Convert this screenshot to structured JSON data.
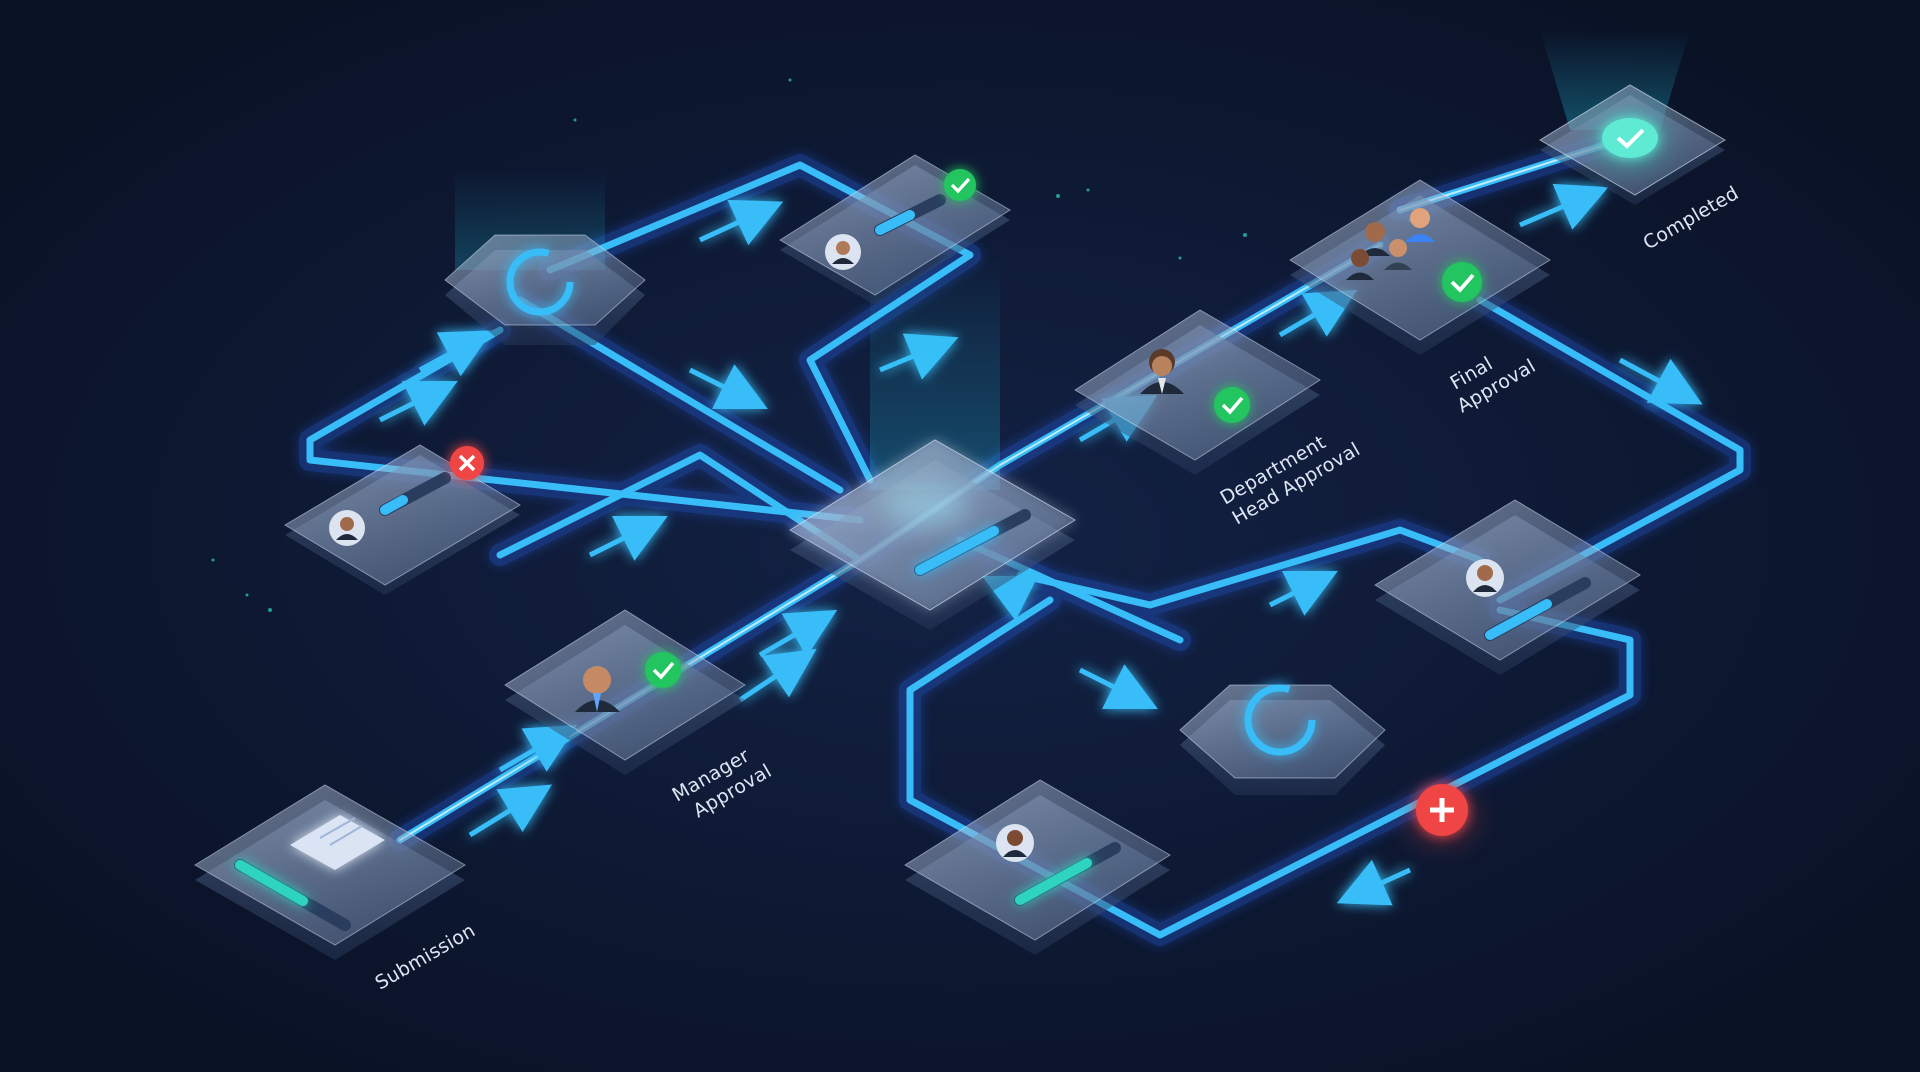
{
  "diagram": {
    "labels": {
      "submission": "Submission",
      "manager_line1": "Manager",
      "manager_line2": "Approval",
      "dept_line1": "Department",
      "dept_line2": "Head Approval",
      "final_line1": "Final",
      "final_line2": "Approval",
      "completed": "Completed"
    },
    "stages": [
      {
        "id": "submission",
        "icon": "document-icon",
        "progress": 0.6
      },
      {
        "id": "manager-approval",
        "icon": "person-icon",
        "status": "approved"
      },
      {
        "id": "central-hub",
        "icon": "hub-icon",
        "progress": 0.7
      },
      {
        "id": "department-head-approval",
        "icon": "person-icon",
        "status": "approved"
      },
      {
        "id": "final-approval",
        "icon": "group-icon",
        "status": "approved"
      },
      {
        "id": "completed",
        "icon": "check-icon",
        "status": "complete"
      }
    ],
    "side_cards": [
      {
        "id": "rejected-reviewer",
        "status": "rejected",
        "progress": 0.3
      },
      {
        "id": "approved-reviewer",
        "status": "approved",
        "progress": 0.5
      },
      {
        "id": "reviewer-right",
        "progress": 0.6
      },
      {
        "id": "reviewer-bottom",
        "progress": 0.7
      }
    ],
    "processing_nodes": [
      {
        "id": "processing-top",
        "icon": "loading-ring-icon"
      },
      {
        "id": "processing-bottom",
        "icon": "loading-ring-icon"
      }
    ],
    "rejection_marker": {
      "status": "rejected",
      "icon": "x-icon"
    },
    "colors": {
      "background": "#0b1428",
      "path_blue": "#3b82f6",
      "path_cyan": "#22d3ee",
      "approved": "#22c55e",
      "rejected": "#ef4444",
      "card": "#8ea6c8"
    }
  }
}
